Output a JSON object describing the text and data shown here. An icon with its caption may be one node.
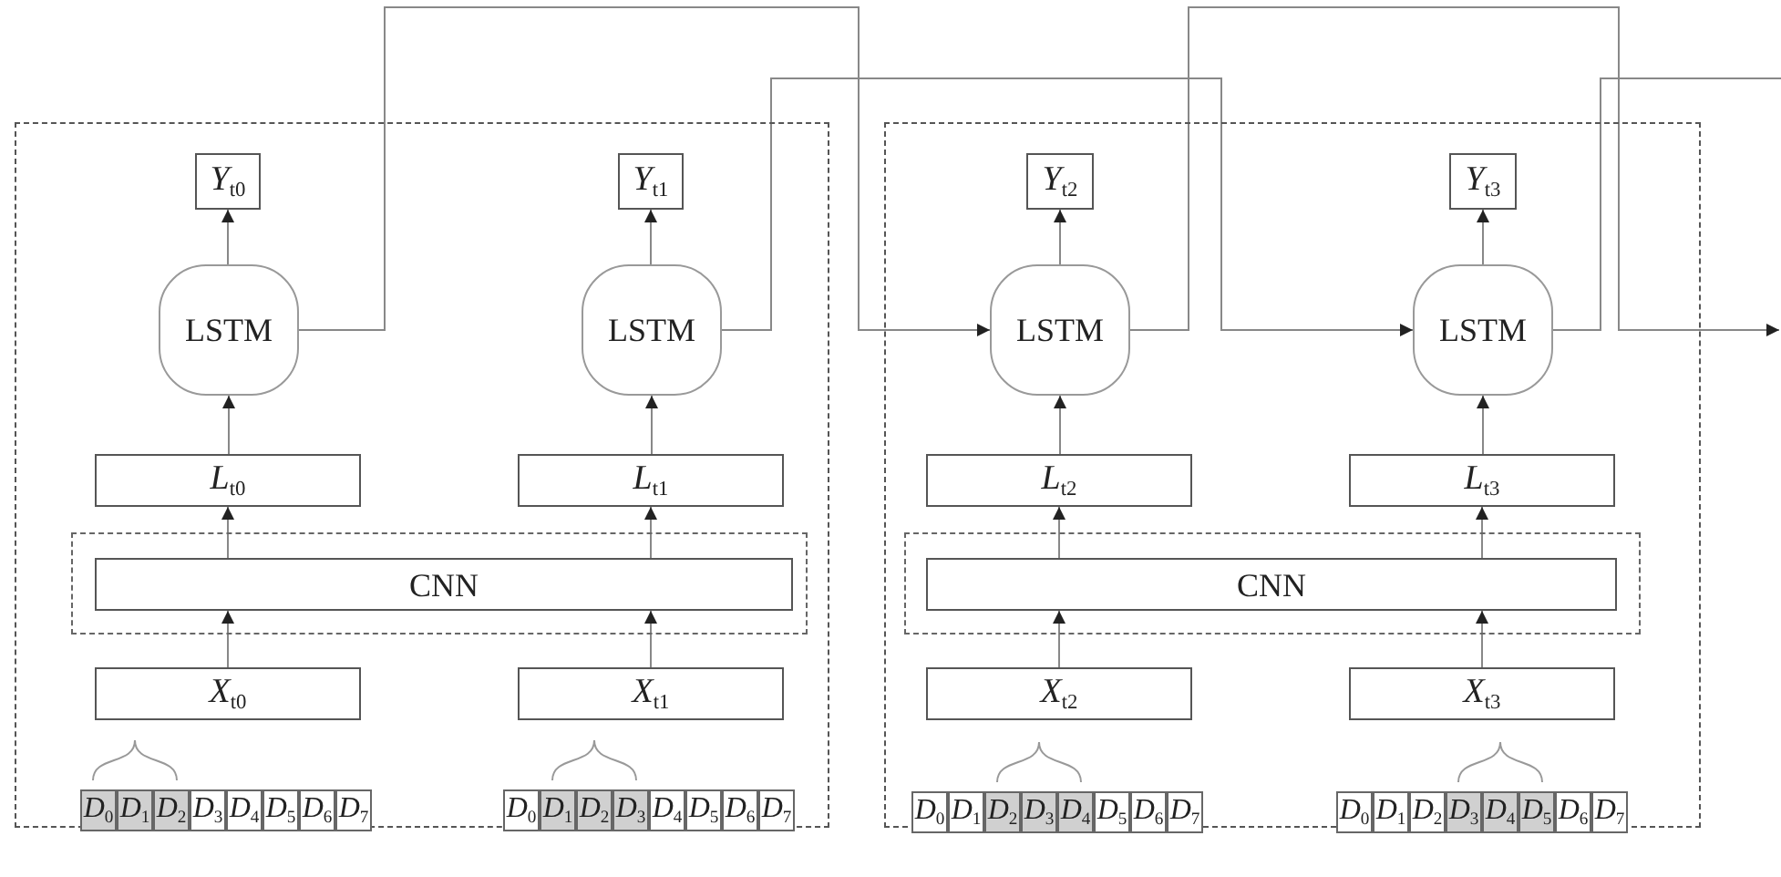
{
  "diagram": {
    "nodes": [
      {
        "text": [],
        "shape": "box"
      },
      {
        "text": [
          "*Y*$_{t0}$"
        ],
        "in": 0
      },
      {
        "text": [
          "*Y*$_{t1}$"
        ],
        "in": 0
      },
      {
        "text": [
          "LSTM"
        ],
        "in": 0
      },
      {
        "text": [
          "LSTM"
        ],
        "in": 0
      },
      {
        "text": [
          "*L*$_{t0}$"
        ],
        "in": 0
      },
      {
        "text": [
          "*L*$_{t1}$"
        ],
        "in": 0
      },
      {
        "text": [],
        "shape": "box",
        "in": 0
      },
      {
        "text": [
          "CNN"
        ],
        "in": 7
      },
      {
        "text": [
          "*X*$_{t0}$"
        ],
        "in": 0
      },
      {
        "text": [
          "*X*$_{t1}$"
        ],
        "in": 0
      },
      {
        "text": [
          "*D*$_{0}$"
        ],
        "in": 0
      },
      {
        "text": [
          "*D*$_{1}$"
        ],
        "in": 0
      },
      {
        "text": [
          "*D*$_{2}$"
        ],
        "in": 0
      },
      {
        "text": [
          "*D*$_{3}$"
        ],
        "in": 0
      },
      {
        "text": [
          "*D*$_{4}$"
        ],
        "in": 0
      },
      {
        "text": [
          "*D*$_{5}$"
        ],
        "in": 0
      },
      {
        "text": [
          "*D*$_{6}$"
        ],
        "in": 0
      },
      {
        "text": [
          "*D*$_{7}$"
        ],
        "in": 0
      },
      {
        "text": [
          "*D*$_{0}$"
        ],
        "in": 0
      },
      {
        "text": [
          "*D*$_{1}$"
        ],
        "in": 0
      },
      {
        "text": [
          "*D*$_{2}$"
        ],
        "in": 0
      },
      {
        "text": [
          "*D*$_{3}$"
        ],
        "in": 0
      },
      {
        "text": [
          "*D*$_{4}$"
        ],
        "in": 0
      },
      {
        "text": [
          "*D*$_{5}$"
        ],
        "in": 0
      },
      {
        "text": [
          "*D*$_{6}$"
        ],
        "in": 0
      },
      {
        "text": [
          "*D*$_{7}$"
        ],
        "in": 0
      },
      {
        "text": [],
        "shape": "box"
      },
      {
        "text": [
          "*Y*$_{t2}$"
        ],
        "in": 27
      },
      {
        "text": [
          "*Y*$_{t3}$"
        ],
        "in": 27
      },
      {
        "text": [
          "LSTM"
        ],
        "in": 27
      },
      {
        "text": [
          "LSTM"
        ],
        "in": 27
      },
      {
        "text": [
          "*L*$_{t2}$"
        ],
        "in": 27
      },
      {
        "text": [
          "*L*$_{t3}$"
        ],
        "in": 27
      },
      {
        "text": [],
        "shape": "box",
        "in": 27
      },
      {
        "text": [
          "CNN"
        ],
        "in": 34
      },
      {
        "text": [
          "*X*$_{t2}$"
        ],
        "in": 27
      },
      {
        "text": [
          "*X*$_{t3}$"
        ],
        "in": 27
      },
      {
        "text": [
          "*D*$_{0}$"
        ],
        "in": 27
      },
      {
        "text": [
          "*D*$_{1}$"
        ],
        "in": 27
      },
      {
        "text": [
          "*D*$_{2}$"
        ],
        "in": 27
      },
      {
        "text": [
          "*D*$_{3}$"
        ],
        "in": 27
      },
      {
        "text": [
          "*D*$_{4}$"
        ],
        "in": 27
      },
      {
        "text": [
          "*D*$_{5}$"
        ],
        "in": 27
      },
      {
        "text": [
          "*D*$_{6}$"
        ],
        "in": 27
      },
      {
        "text": [
          "*D*$_{7}$"
        ],
        "in": 27
      },
      {
        "text": [
          "*D*$_{0}$"
        ],
        "in": 27
      },
      {
        "text": [
          "*D*$_{1}$"
        ],
        "in": 27
      },
      {
        "text": [
          "*D*$_{2}$"
        ],
        "in": 27
      },
      {
        "text": [
          "*D*$_{3}$"
        ],
        "in": 27
      },
      {
        "text": [
          "*D*$_{4}$"
        ],
        "in": 27
      },
      {
        "text": [
          "*D*$_{5}$"
        ],
        "in": 27
      },
      {
        "text": [
          "*D*$_{6}$"
        ],
        "in": 27
      },
      {
        "text": [
          "*D*$_{7}$"
        ],
        "in": 27
      }
    ],
    "edges": [
      {
        "from": 9,
        "to": 8,
        "arrow": "to"
      },
      {
        "from": 8,
        "to": 5,
        "arrow": "to"
      },
      {
        "from": 5,
        "to": 3,
        "arrow": "to"
      },
      {
        "from": 3,
        "to": 1,
        "arrow": "to"
      },
      {
        "from": 10,
        "to": 8,
        "arrow": "to"
      },
      {
        "from": 8,
        "to": 6,
        "arrow": "to"
      },
      {
        "from": 6,
        "to": 4,
        "arrow": "to"
      },
      {
        "from": 4,
        "to": 2,
        "arrow": "to"
      },
      {
        "from": 36,
        "to": 35,
        "arrow": "to"
      },
      {
        "from": 35,
        "to": 32,
        "arrow": "to"
      },
      {
        "from": 32,
        "to": 30,
        "arrow": "to"
      },
      {
        "from": 30,
        "to": 28,
        "arrow": "to"
      },
      {
        "from": 37,
        "to": 35,
        "arrow": "to"
      },
      {
        "from": 35,
        "to": 33,
        "arrow": "to"
      },
      {
        "from": 33,
        "to": 31,
        "arrow": "to"
      },
      {
        "from": 31,
        "to": 29,
        "arrow": "to"
      },
      {
        "from": 3,
        "to": 30,
        "arrow": "to"
      },
      {
        "from": 4,
        "to": 31,
        "arrow": "to"
      },
      {
        "from": 30,
        "to": null,
        "arrow": "to"
      },
      {
        "from": 31,
        "to": null,
        "arrow": "none"
      }
    ]
  }
}
